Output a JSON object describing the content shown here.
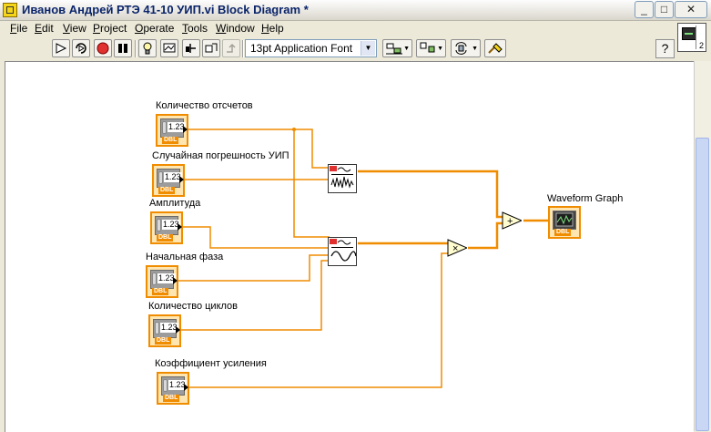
{
  "window": {
    "title": "Иванов Андрей РТЭ 41-10 УИП.vi Block Diagram *",
    "buttons": {
      "minimize": "_",
      "maximize": "□",
      "close": "✕"
    }
  },
  "menu": [
    {
      "label": "File",
      "mnemonic": "F"
    },
    {
      "label": "Edit",
      "mnemonic": "E"
    },
    {
      "label": "View",
      "mnemonic": "V"
    },
    {
      "label": "Project",
      "mnemonic": "P"
    },
    {
      "label": "Operate",
      "mnemonic": "O"
    },
    {
      "label": "Tools",
      "mnemonic": "T"
    },
    {
      "label": "Window",
      "mnemonic": "W"
    },
    {
      "label": "Help",
      "mnemonic": "H"
    }
  ],
  "vi_icon": {
    "connector_count": "2"
  },
  "toolbar": {
    "font": "13pt Application Font",
    "help": "?",
    "icons": [
      "run-icon",
      "run-continuously-icon",
      "abort-icon",
      "pause-icon",
      "highlight-execution-icon",
      "retain-wire-values-icon",
      "step-into-icon",
      "step-over-icon",
      "step-out-icon",
      "align-objects-icon",
      "distribute-objects-icon",
      "reorder-icon",
      "clean-up-diagram-icon"
    ]
  },
  "diagram": {
    "terminals": [
      {
        "label": "Количество отсчетов",
        "value": "1.23",
        "type": "DBL"
      },
      {
        "label": "Случайная погрешность УИП",
        "value": "1.23",
        "type": "DBL"
      },
      {
        "label": "Амплитуда",
        "value": "1.23",
        "type": "DBL"
      },
      {
        "label": "Начальная фаза",
        "value": "1.23",
        "type": "DBL"
      },
      {
        "label": "Количество циклов",
        "value": "1.23",
        "type": "DBL"
      },
      {
        "label": "Коэффициент усиления",
        "value": "1.23",
        "type": "DBL"
      }
    ],
    "graph": {
      "label": "Waveform Graph",
      "type": "DBL"
    },
    "subvis": [
      "noise-waveform-vi-icon",
      "sine-waveform-vi-icon"
    ],
    "functions": {
      "add": "+",
      "multiply": "×"
    },
    "wire_color": "#f08c00"
  }
}
